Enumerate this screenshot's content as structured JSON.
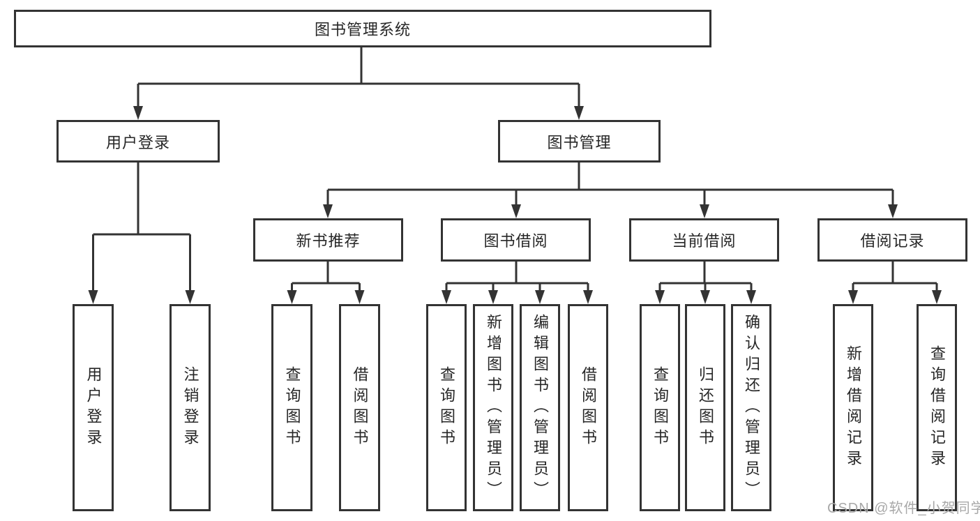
{
  "tree": {
    "root": {
      "label": "图书管理系统"
    },
    "branches": [
      {
        "label": "用户登录",
        "children": [
          {
            "label": "用户登录"
          },
          {
            "label": "注销登录"
          }
        ]
      },
      {
        "label": "图书管理",
        "children": [
          {
            "label": "新书推荐",
            "children": [
              {
                "label": "查询图书"
              },
              {
                "label": "借阅图书"
              }
            ]
          },
          {
            "label": "图书借阅",
            "children": [
              {
                "label": "查询图书"
              },
              {
                "label": "新增图书（管理员）"
              },
              {
                "label": "编辑图书（管理员）"
              },
              {
                "label": "借阅图书"
              }
            ]
          },
          {
            "label": "当前借阅",
            "children": [
              {
                "label": "查询图书"
              },
              {
                "label": "归还图书"
              },
              {
                "label": "确认归还（管理员）"
              }
            ]
          },
          {
            "label": "借阅记录",
            "children": [
              {
                "label": "新增借阅记录"
              },
              {
                "label": "查询借阅记录"
              }
            ]
          }
        ]
      }
    ]
  },
  "watermark": {
    "text": "CSDN @软件_小贺同学"
  },
  "colors": {
    "line": "#333333",
    "text": "#262626",
    "background": "#ffffff",
    "watermark": "#a8a8a8"
  }
}
